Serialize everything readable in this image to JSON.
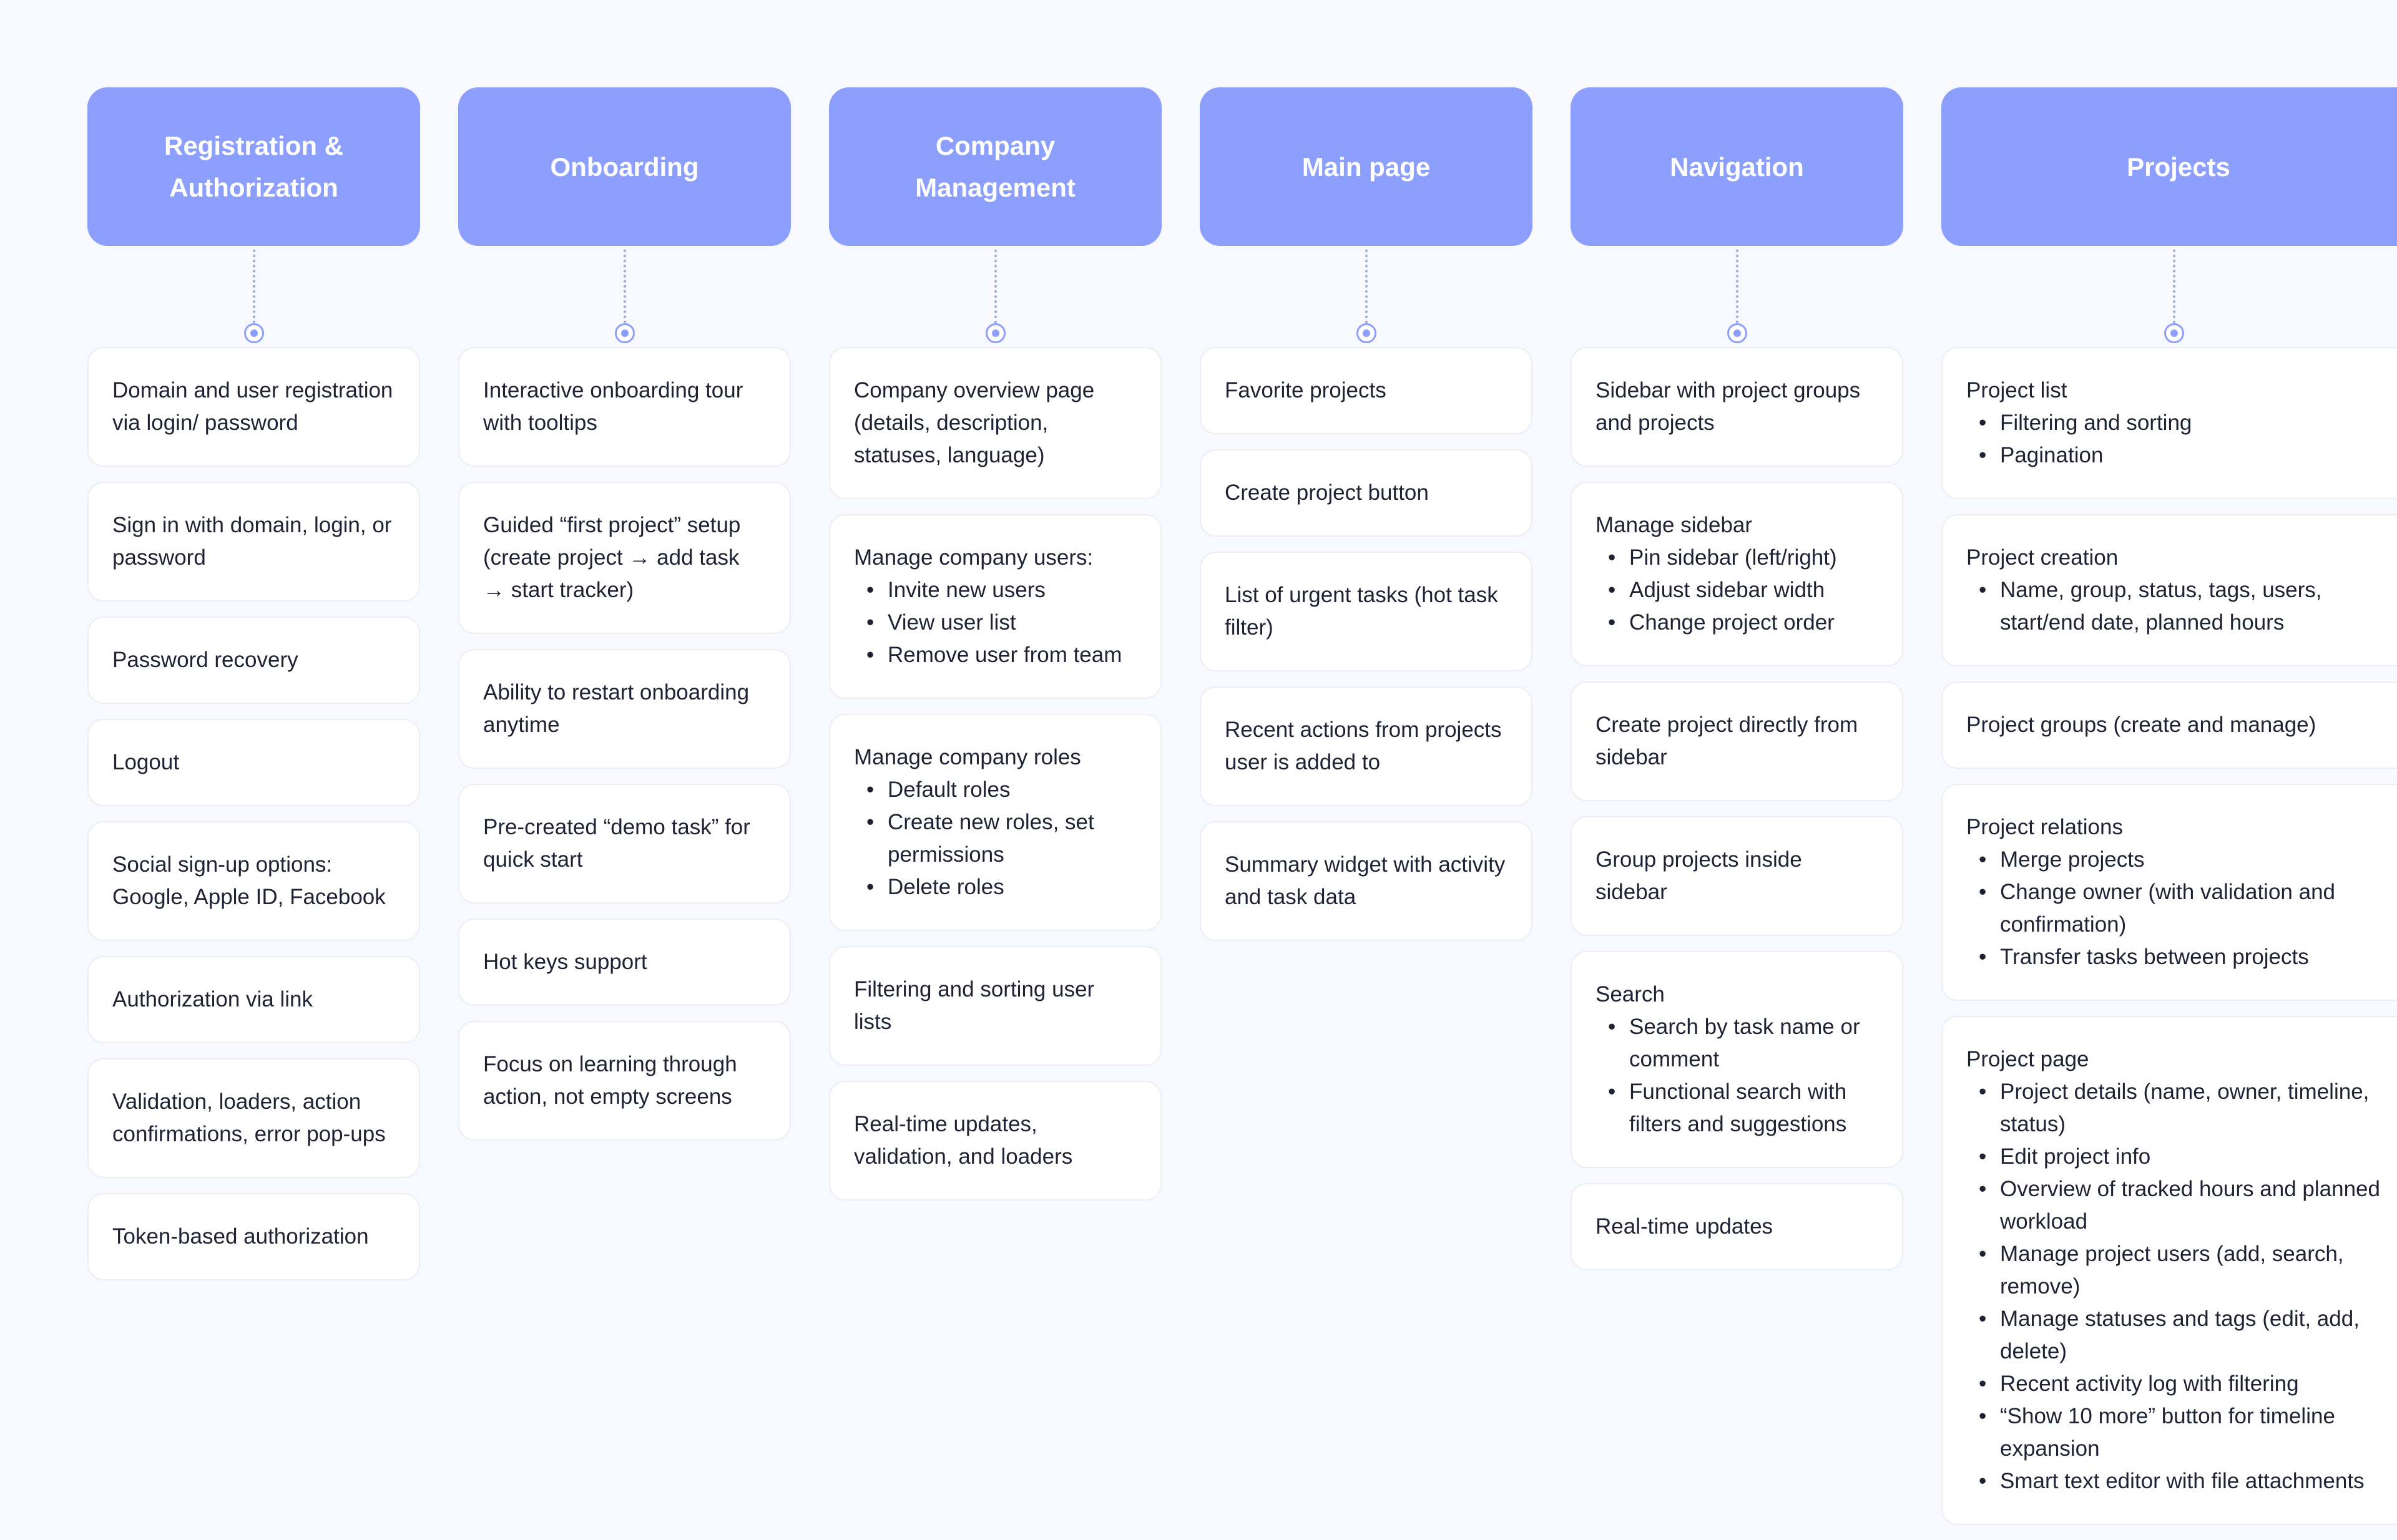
{
  "columns": [
    {
      "title": "Registration &\nAuthorization",
      "cards": [
        {
          "text": "Domain and user registration via login/ password"
        },
        {
          "text": "Sign in with domain, login, or password"
        },
        {
          "text": "Password recovery"
        },
        {
          "text": "Logout"
        },
        {
          "text": "Social sign-up options: Google, Apple ID, Facebook"
        },
        {
          "text": "Authorization via link"
        },
        {
          "text": "Validation, loaders, action confirmations, error pop-ups"
        },
        {
          "text": "Token-based authorization"
        }
      ]
    },
    {
      "title": "Onboarding",
      "cards": [
        {
          "text": "Interactive onboarding tour with tooltips"
        },
        {
          "text": "Guided “first project” setup (create project → add task → start tracker)"
        },
        {
          "text": "Ability to restart onboarding anytime"
        },
        {
          "text": "Pre-created “demo task” for quick start"
        },
        {
          "text": "Hot keys support"
        },
        {
          "text": "Focus on learning through action, not empty screens"
        }
      ]
    },
    {
      "title": "Company\nManagement",
      "cards": [
        {
          "text": "Company overview page (details, description, statuses, language)"
        },
        {
          "text": "Manage company users:",
          "items": [
            "Invite new users",
            "View user list",
            "Remove user from team"
          ]
        },
        {
          "text": "Manage company roles",
          "items": [
            "Default roles",
            "Create new roles, set permissions",
            "Delete roles"
          ]
        },
        {
          "text": "Filtering and sorting user lists"
        },
        {
          "text": "Real-time updates, validation, and loaders"
        }
      ]
    },
    {
      "title": "Main page",
      "cards": [
        {
          "text": "Favorite projects"
        },
        {
          "text": "Create project button"
        },
        {
          "text": "List of urgent tasks (hot task filter)"
        },
        {
          "text": "Recent actions from projects user is added to"
        },
        {
          "text": "Summary widget with activity and task data"
        }
      ]
    },
    {
      "title": "Navigation",
      "cards": [
        {
          "text": "Sidebar with project groups and projects"
        },
        {
          "text": "Manage sidebar",
          "items": [
            "Pin sidebar (left/right)",
            "Adjust sidebar width",
            "Change project order"
          ]
        },
        {
          "text": "Create project directly from sidebar"
        },
        {
          "text": "Group projects inside sidebar"
        },
        {
          "text": "Search",
          "items": [
            "Search by task name or comment",
            "Functional search with filters and suggestions"
          ]
        },
        {
          "text": "Real-time updates"
        }
      ]
    },
    {
      "title": "Projects",
      "cards": [
        {
          "text": "Project list",
          "items": [
            "Filtering and sorting",
            "Pagination"
          ]
        },
        {
          "text": "Project creation",
          "items": [
            "Name, group, status, tags, users, start/end date, planned hours"
          ]
        },
        {
          "text": "Project groups (create and manage)"
        },
        {
          "text": "Project relations",
          "items": [
            "Merge projects",
            "Change owner (with validation and confirmation)",
            "Transfer tasks between projects"
          ]
        },
        {
          "text": "Project page",
          "items": [
            "Project details (name, owner, timeline, status)",
            "Edit project info",
            "Overview of tracked hours and planned workload",
            "Manage project users (add, search, remove)",
            "Manage statuses and tags (edit, add, delete)",
            "Recent activity log with filtering",
            "“Show 10 more” button for timeline expansion",
            "Smart text editor with file attachments"
          ]
        }
      ]
    }
  ]
}
